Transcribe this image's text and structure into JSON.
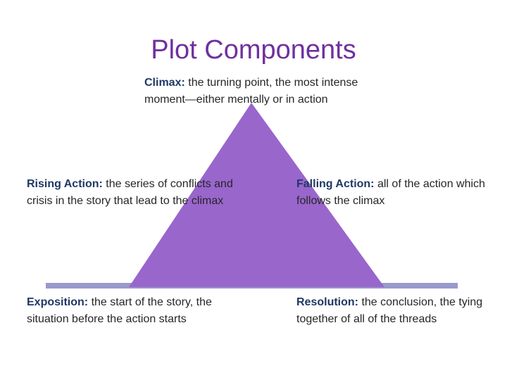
{
  "title": "Plot Components",
  "colors": {
    "title": "#7030a0",
    "triangle": "#9966cc",
    "baseline": "#9999cc",
    "term": "#1f3864"
  },
  "components": {
    "climax": {
      "term": "Climax:",
      "text": "the turning point, the most intense moment—either mentally or in action"
    },
    "rising_action": {
      "term": "Rising Action:",
      "text": "the series of conflicts and crisis in the story that lead to the climax"
    },
    "falling_action": {
      "term": "Falling Action:",
      "text": "all of the action which follows the climax"
    },
    "exposition": {
      "term": "Exposition:",
      "text": "the start of the story, the situation before the action starts"
    },
    "resolution": {
      "term": "Resolution:",
      "text": "the conclusion, the tying together of all of the threads"
    }
  }
}
